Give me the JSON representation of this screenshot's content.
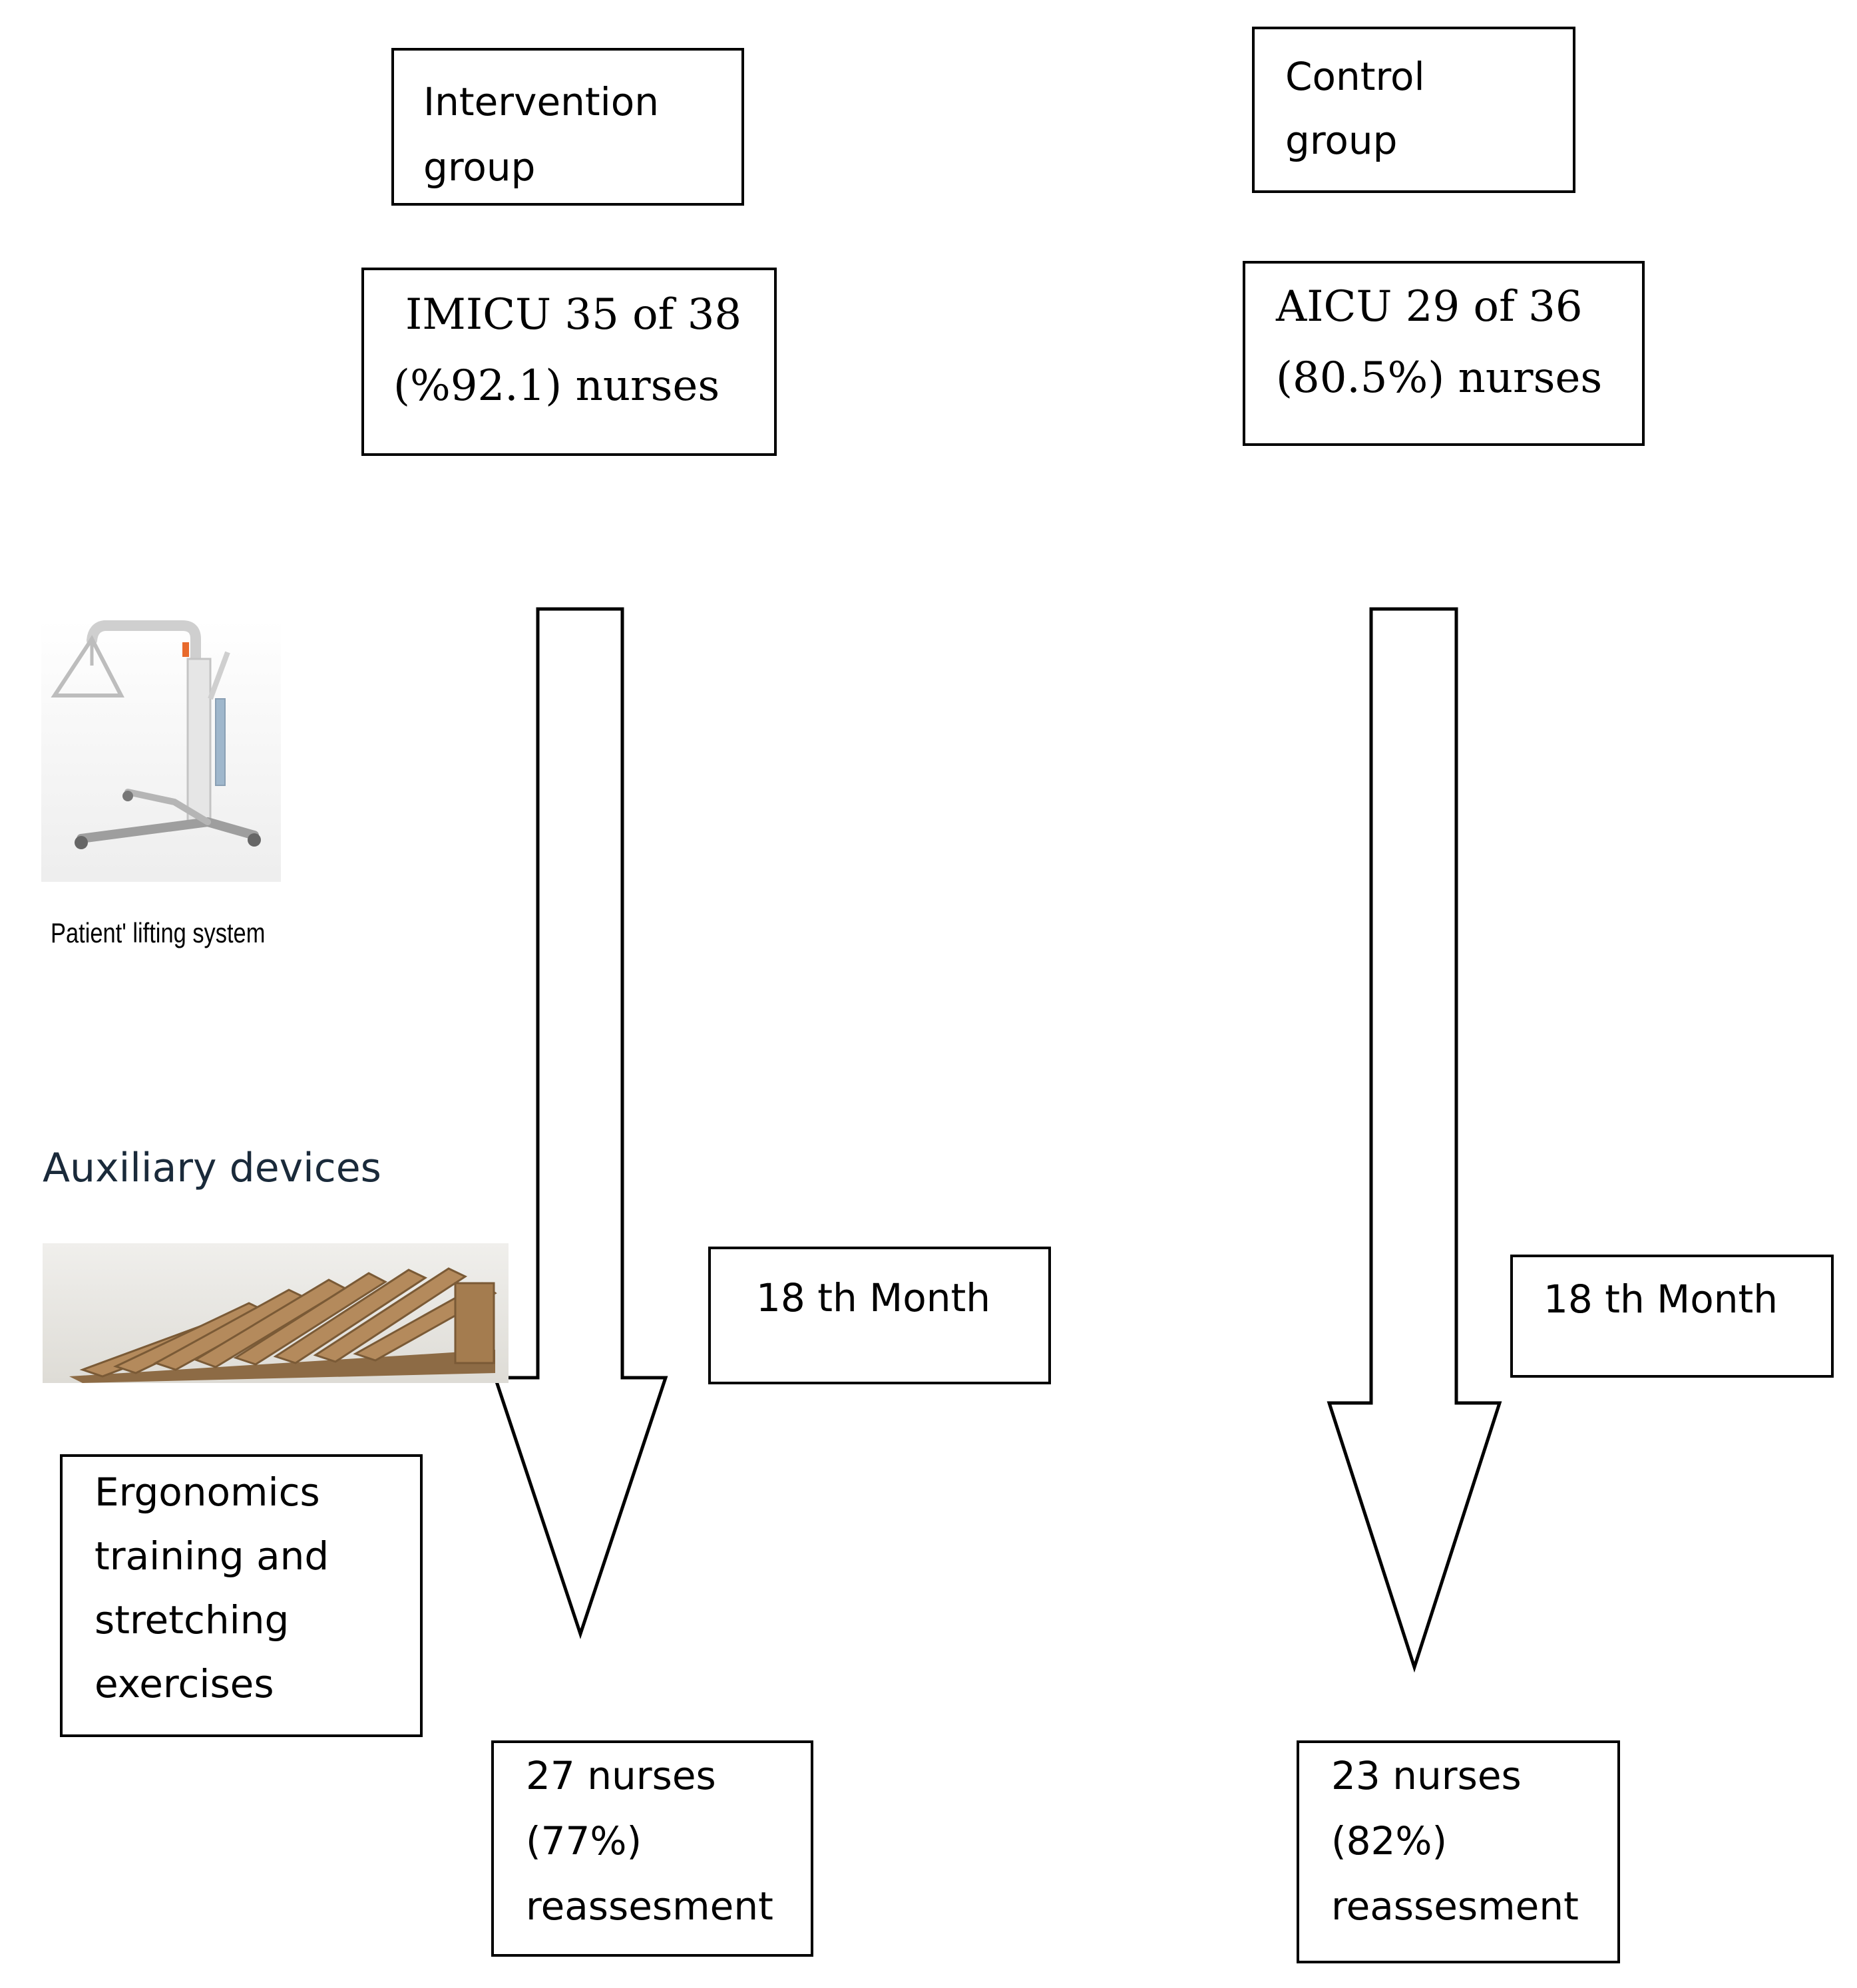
{
  "intervention": {
    "header_lines": [
      "Intervention",
      "group"
    ],
    "enrolment_lines": [
      "IMICU 35 of 38",
      "(%92.1) nurses"
    ],
    "duration": "18 th Month",
    "followup_lines": [
      "27 nurses",
      "(77%)",
      "reassesment"
    ]
  },
  "control": {
    "header_lines": [
      "Control",
      "group"
    ],
    "enrolment_lines": [
      "AICU 29 of 36",
      "(80.5%) nurses"
    ],
    "duration": "18 th Month",
    "followup_lines": [
      "23 nurses",
      "(82%)",
      "reassesment"
    ]
  },
  "interventions": {
    "lifting_caption": "Patient' lifting system",
    "auxiliary_title": "Auxiliary devices",
    "training_lines": [
      "Ergonomics",
      "training and",
      "stretching",
      "exercises"
    ]
  }
}
